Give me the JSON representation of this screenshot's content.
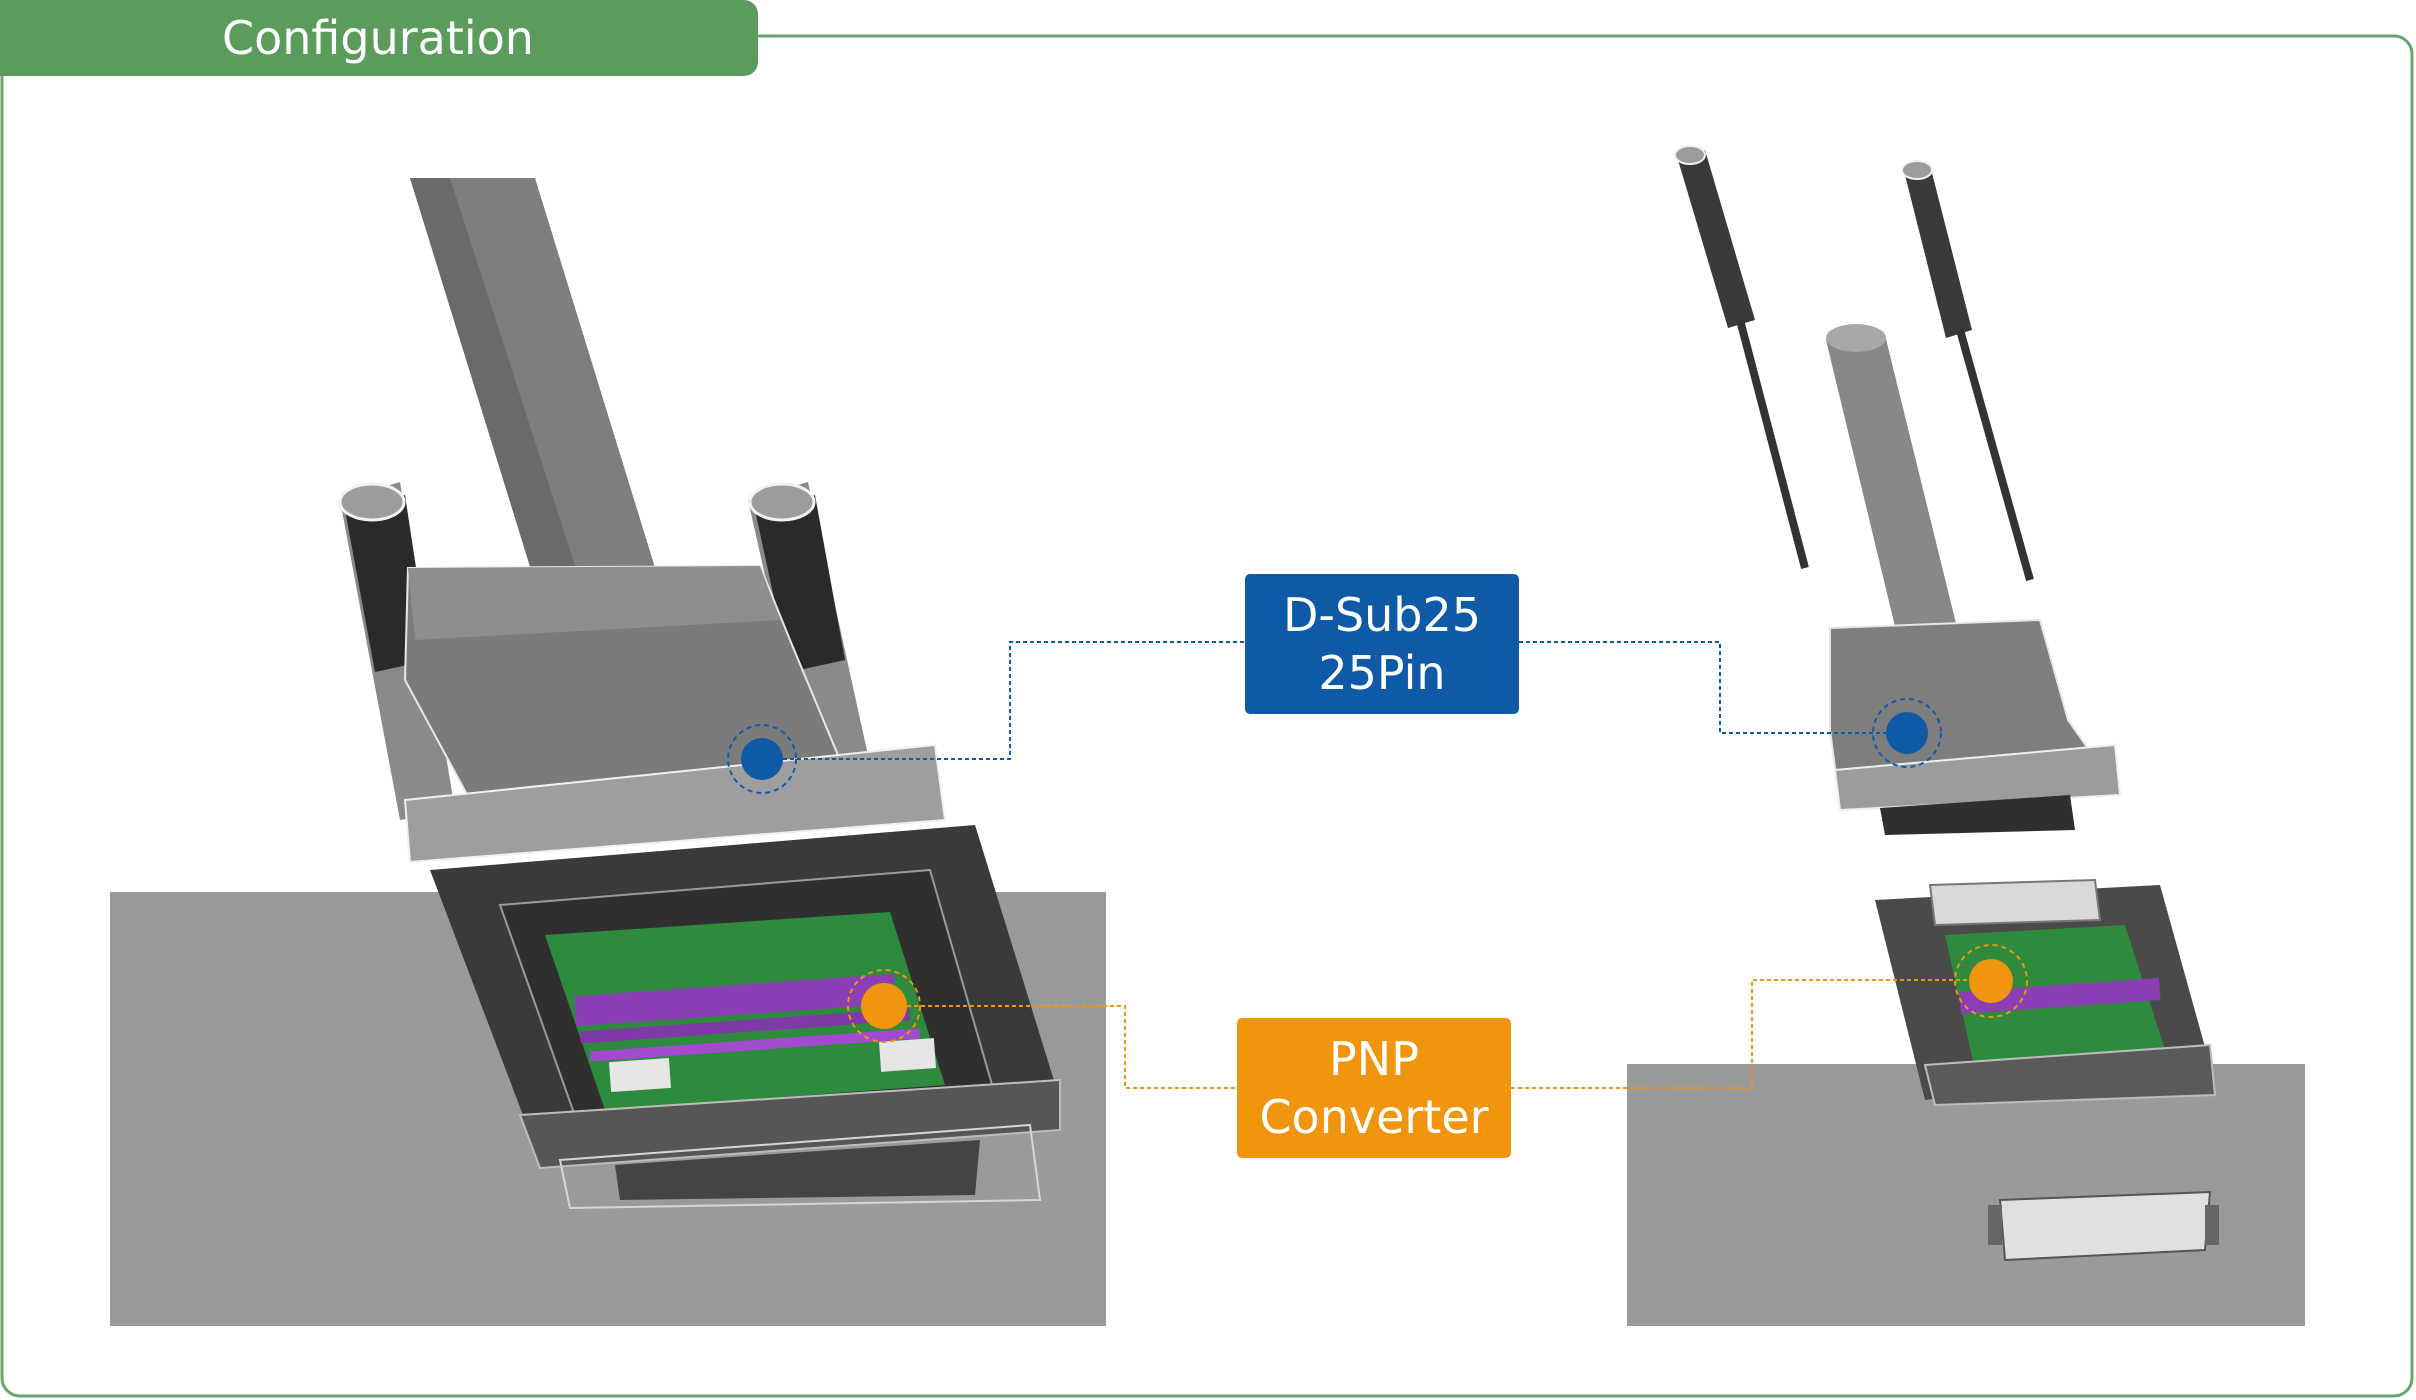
{
  "header": {
    "title": "Configuration"
  },
  "callouts": {
    "dsub": {
      "line1": "D-Sub25",
      "line2": "25Pin"
    },
    "pnp": {
      "line1": "PNP",
      "line2": "Converter"
    }
  },
  "colors": {
    "header_green": "#5b9b5c",
    "frame_green": "#6aa56b",
    "dsub_blue": "#0e5aa7",
    "pnp_orange": "#f2950e",
    "board_green": "#2e8b3d",
    "circuit_purple": "#8a3fb5"
  }
}
